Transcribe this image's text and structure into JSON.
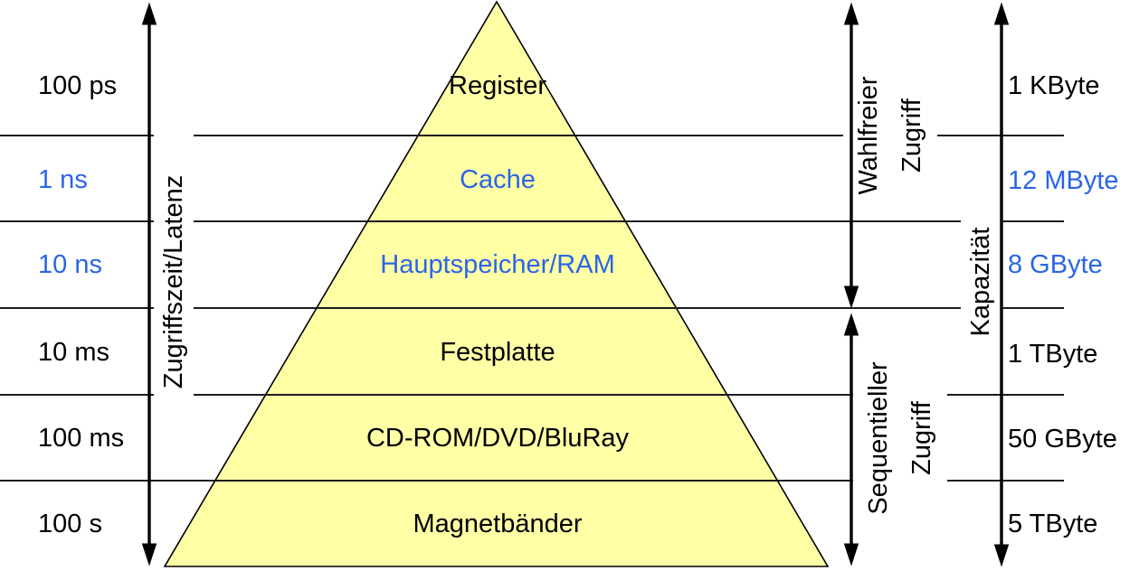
{
  "diagram_type": "memory-hierarchy-pyramid",
  "levels": [
    {
      "name": "Register",
      "time": "100 ps",
      "capacity": "1 KByte",
      "highlighted": false
    },
    {
      "name": "Cache",
      "time": "1 ns",
      "capacity": "12 MByte",
      "highlighted": true
    },
    {
      "name": "Hauptspeicher/RAM",
      "time": "10 ns",
      "capacity": "8 GByte",
      "highlighted": true
    },
    {
      "name": "Festplatte",
      "time": "10 ms",
      "capacity": "1 TByte",
      "highlighted": false
    },
    {
      "name": "CD-ROM/DVD/BluRay",
      "time": "100 ms",
      "capacity": "50 GByte",
      "highlighted": false
    },
    {
      "name": "Magnetbänder",
      "time": "100 s",
      "capacity": "5 TByte",
      "highlighted": false
    }
  ],
  "axes": {
    "latency_label": "Zugriffszeit/Latenz",
    "capacity_label": "Kapazität",
    "random_access": {
      "line1": "Wahlfreier",
      "line2": "Zugriff"
    },
    "sequential_access": {
      "line1": "Sequentieller",
      "line2": "Zugriff"
    }
  },
  "colors": {
    "highlight_blue": "#2A65E6",
    "pyramid_yellow": "#FFFFA6",
    "line_gray": "#1c1c1c",
    "arrow_black": "#000000"
  }
}
